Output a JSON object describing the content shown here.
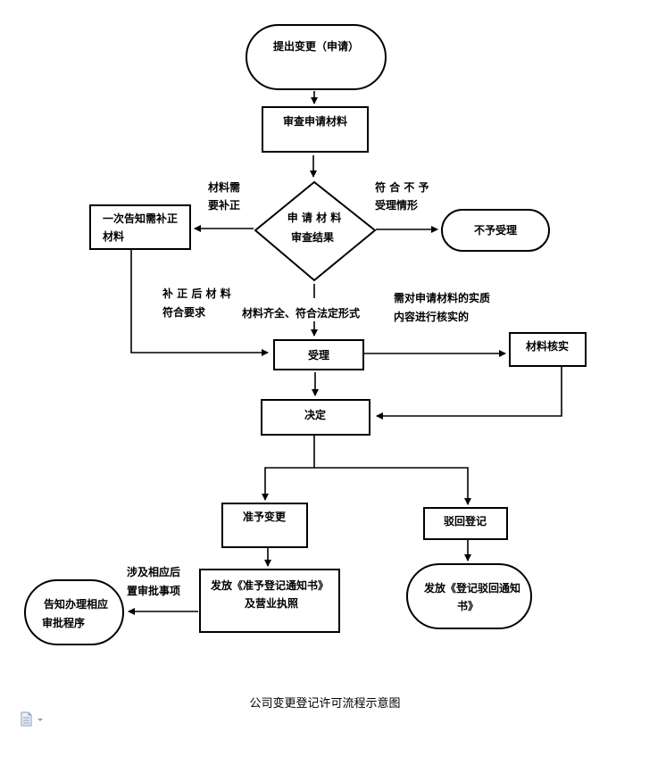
{
  "nodes": {
    "start": "提出变更（申请）",
    "review_materials": "审查申请材料",
    "decision_review": [
      "申 请 材 料",
      "审查结果"
    ],
    "notify_supplement": [
      "一次告知需补正",
      "材料"
    ],
    "reject": "不予受理",
    "accept": "受理",
    "verify_materials": "材料核实",
    "decide": "决定",
    "approve_change": "准予变更",
    "reject_registration": "驳回登记",
    "issue_approval": [
      "发放《准予登记通知书》",
      "及营业执照"
    ],
    "issue_rejection": [
      "发放《登记驳回通知",
      "书》"
    ],
    "notify_procedure": [
      "告知办理相应",
      "审批程序"
    ]
  },
  "edge_labels": {
    "needs_supplement": [
      "材料需",
      "要补正"
    ],
    "not_acceptable": [
      "符 合 不 予",
      "受理情形"
    ],
    "after_supplement": [
      "补 正 后 材 料",
      "符合要求"
    ],
    "complete": "材料齐全、符合法定形式",
    "needs_verification": [
      "需对申请材料的实质",
      "内容进行核实的"
    ],
    "related_approval": [
      "涉及相应后",
      "置审批事项"
    ]
  },
  "caption": "公司变更登记许可流程示意图",
  "icons": {
    "document": "document-icon"
  }
}
